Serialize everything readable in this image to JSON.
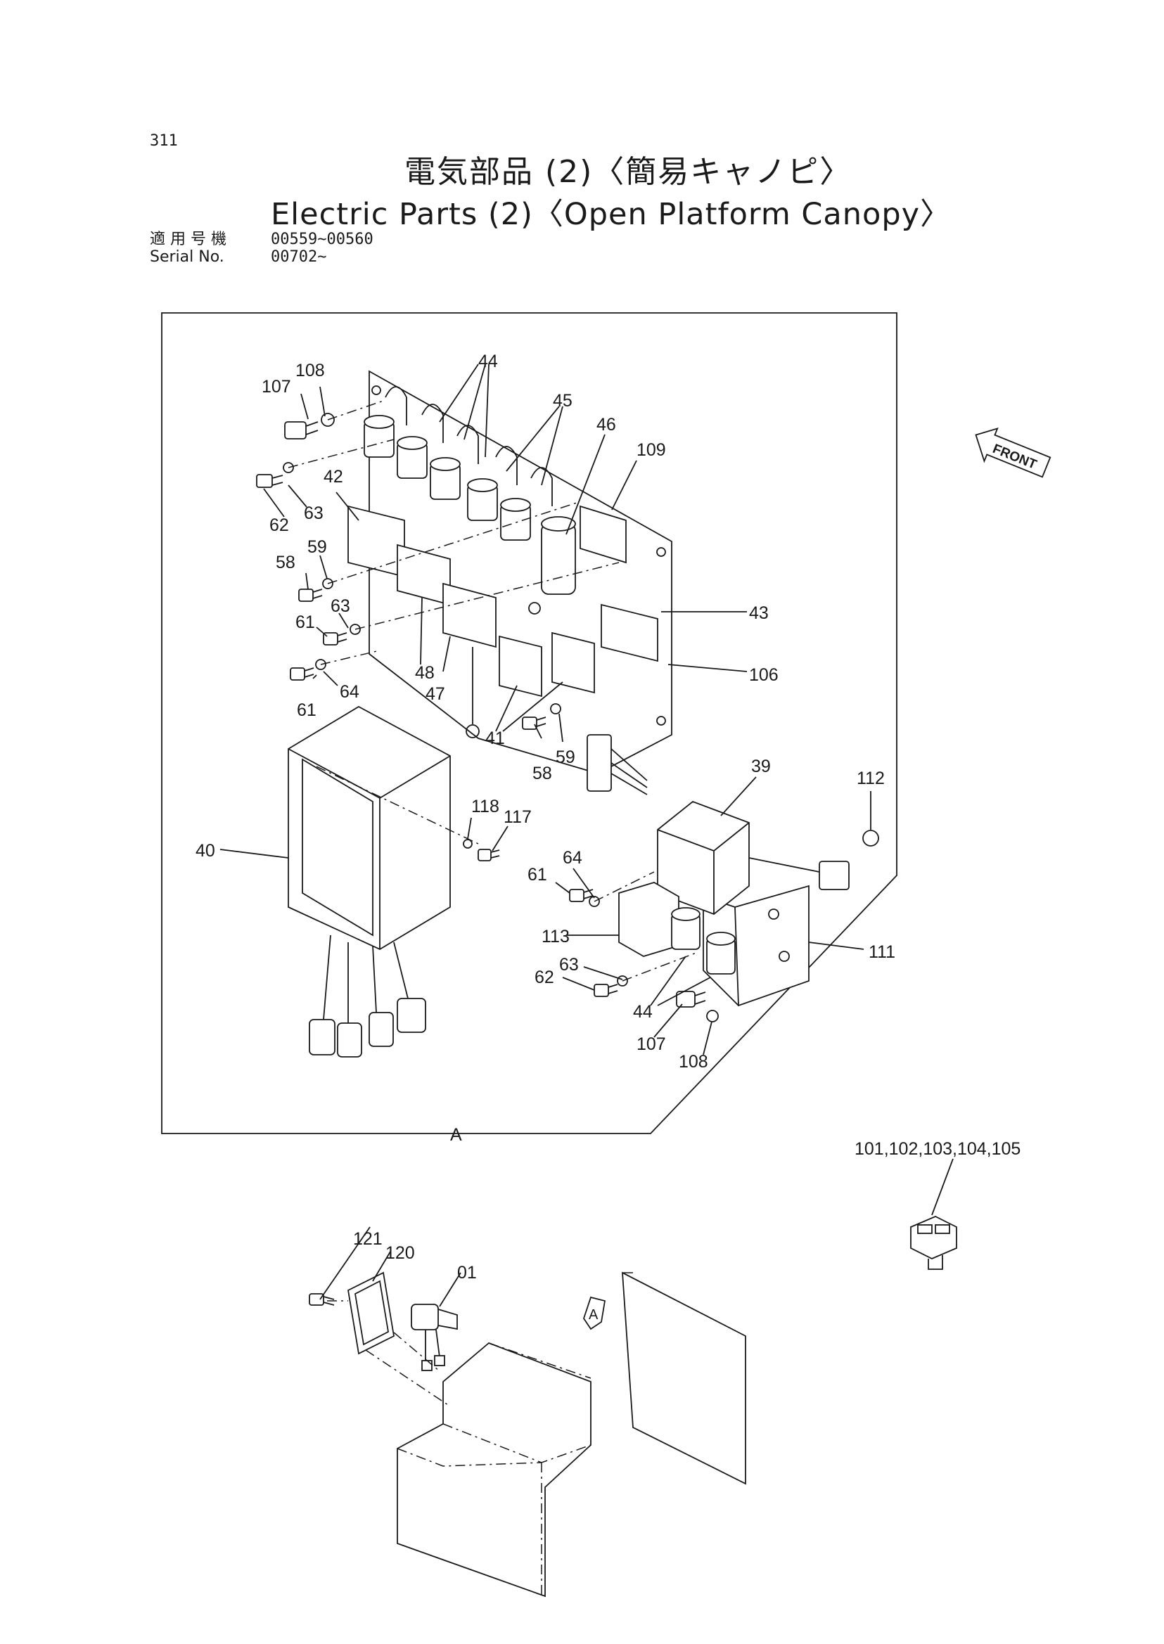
{
  "page_number": "311",
  "title_jp": "電気部品 (2)〈簡易キャノピ〉",
  "title_en": "Electric Parts (2)〈Open Platform Canopy〉",
  "serial": {
    "label_jp": "適 用 号 機",
    "label_en": "Serial No.",
    "range_1": "00559~00560",
    "range_2": "00702~"
  },
  "front_label": "FRONT",
  "view_label": "A",
  "callouts": {
    "c107a": "107",
    "c108a": "108",
    "c44a": "44",
    "c45": "45",
    "c46": "46",
    "c109": "109",
    "c62a": "62",
    "c63a": "63",
    "c42": "42",
    "c58a": "58",
    "c59a": "59",
    "c63b": "63",
    "c61a": "61",
    "c48": "48",
    "c47": "47",
    "c43": "43",
    "c106": "106",
    "c61b": "61",
    "c64a": "64",
    "c41": "41",
    "c58b": "58",
    "c59b": "59",
    "c39": "39",
    "c112": "112",
    "c118": "118",
    "c117": "117",
    "c40": "40",
    "c64b": "64",
    "c61c": "61",
    "c113": "113",
    "c111": "111",
    "c63c": "63",
    "c62b": "62",
    "c44b": "44",
    "c107b": "107",
    "c108b": "108",
    "c101_105": "101,102,103,104,105",
    "c121": "121",
    "c120": "120",
    "c01": "01"
  }
}
